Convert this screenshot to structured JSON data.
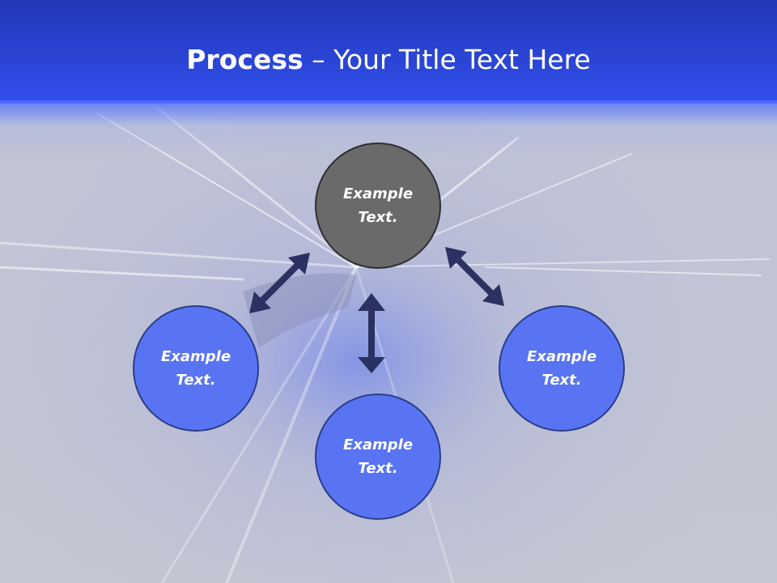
{
  "slide": {
    "title_bold": "Process",
    "title_rest": " – Your Title Text Here"
  },
  "diagram": {
    "center_node": {
      "label": "Example Text."
    },
    "nodes": [
      {
        "label": "Example Text."
      },
      {
        "label": "Example Text."
      },
      {
        "label": "Example Text."
      }
    ]
  },
  "colors": {
    "header": "#2c48dc",
    "node_fill": "#5874f2",
    "center_fill": "#6a6a6a",
    "arrow": "#2b3160"
  }
}
